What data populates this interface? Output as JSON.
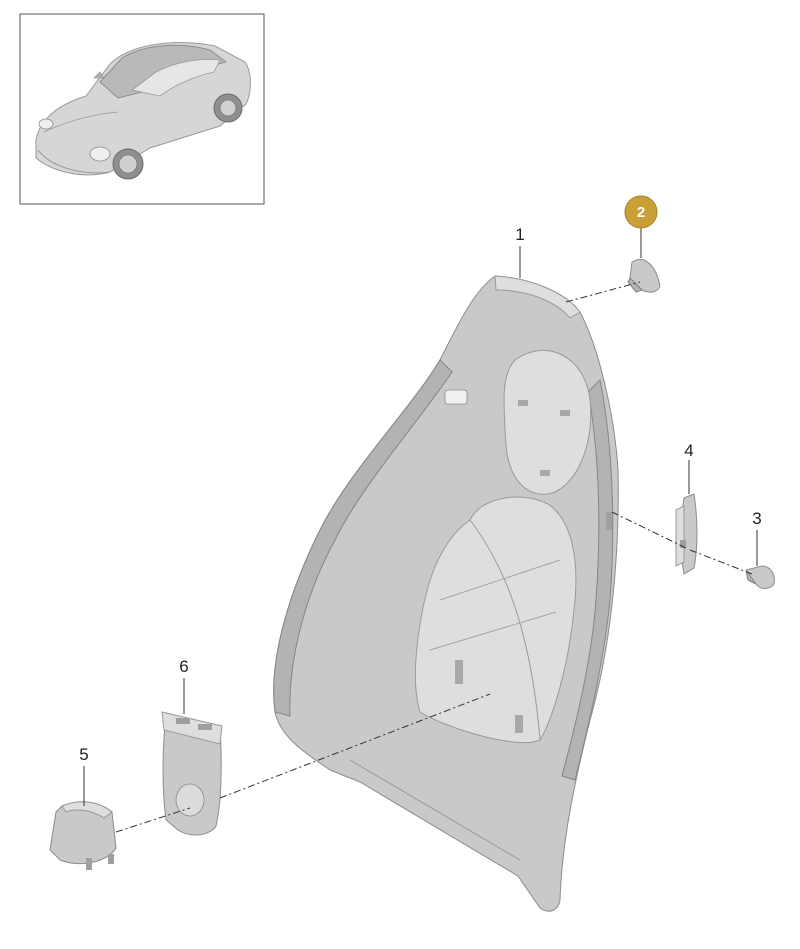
{
  "diagram": {
    "callouts": [
      {
        "id": "1",
        "label": "1"
      },
      {
        "id": "2",
        "label": "2",
        "highlighted": true
      },
      {
        "id": "3",
        "label": "3"
      },
      {
        "id": "4",
        "label": "4"
      },
      {
        "id": "5",
        "label": "5"
      },
      {
        "id": "6",
        "label": "6"
      }
    ],
    "colors": {
      "highlight_badge": "#c8a035",
      "part_gray": "#c9c9c9",
      "frame_border": "#555555"
    },
    "inset": {
      "subject": "car-thumbnail"
    }
  }
}
